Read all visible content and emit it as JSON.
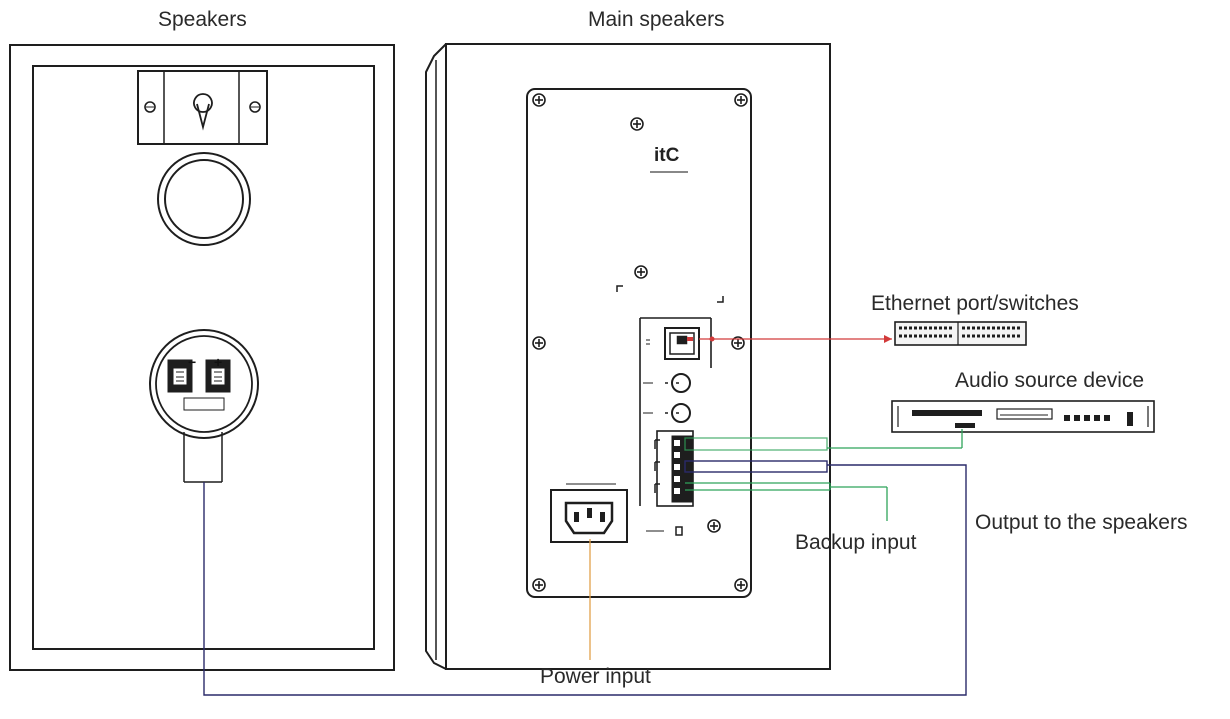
{
  "labels": {
    "speakers": "Speakers",
    "main_speakers": "Main speakers",
    "ethernet": "Ethernet port/switches",
    "audio_source": "Audio source device",
    "output": "Output to the speakers",
    "backup": "Backup input",
    "power": "Power input"
  },
  "panel": {
    "logo": "itC",
    "terminal_minus": "−",
    "terminal_plus": "+"
  },
  "colors": {
    "outline": "#1e1e1e",
    "ethernet_line": "#d23a3a",
    "audio_line": "#2fa35a",
    "power_line": "#e2a04a",
    "speaker_line": "#2a2a6a"
  }
}
